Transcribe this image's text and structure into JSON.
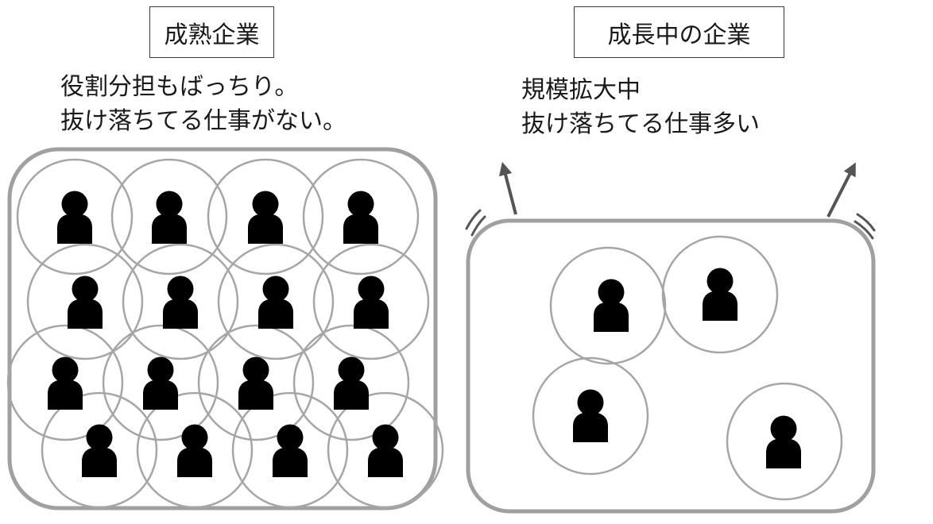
{
  "left_panel": {
    "title": "成熟企業",
    "description_lines": [
      "役割分担もばっちり。",
      "抜け落ちてる仕事がない。"
    ],
    "people_count": 16,
    "rows": 4,
    "people_per_row": 4
  },
  "right_panel": {
    "title": "成長中の企業",
    "description_lines": [
      "規模拡大中",
      "抜け落ちてる仕事多い"
    ],
    "people_count": 4,
    "expansion_arrows": 2,
    "vibration_marks": 2
  },
  "colors": {
    "container_stroke": "#a0a0a0",
    "circle_stroke": "#a6a6a6",
    "person_fill": "#000000",
    "arrow": "#555555",
    "text": "#1a1a1a"
  }
}
